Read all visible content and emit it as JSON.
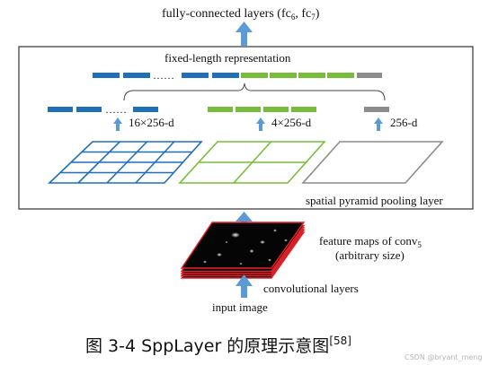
{
  "labels": {
    "top_output": "fully-connected layers (fc",
    "top_sub_a": "6",
    "top_mid": ", fc",
    "top_sub_b": "7",
    "top_close": ")",
    "fixed_length": "fixed-length representation",
    "vec_16": "16×256-d",
    "vec_4": "4×256-d",
    "vec_1": "256-d",
    "spp_layer": "spatial pyramid pooling layer",
    "feature_maps_line1": "feature maps of conv",
    "feature_maps_sub": "5",
    "feature_maps_line2": "(arbitrary size)",
    "conv_layers": "convolutional layers",
    "input_image": "input image",
    "caption": "图 3-4 SppLayer 的原理示意图",
    "caption_ref": "[58]",
    "watermark": "CSDN @bryant_meng",
    "ellipsis": "……"
  },
  "colors": {
    "blue": "#1f6fba",
    "green": "#77bd3b",
    "gray": "#8c8c8c",
    "arrow": "#5b9bd5",
    "feature_map_edge": "#e8222a",
    "frame": "#333333"
  },
  "grids": {
    "fine": 4,
    "medium": 2,
    "coarse": 1
  }
}
